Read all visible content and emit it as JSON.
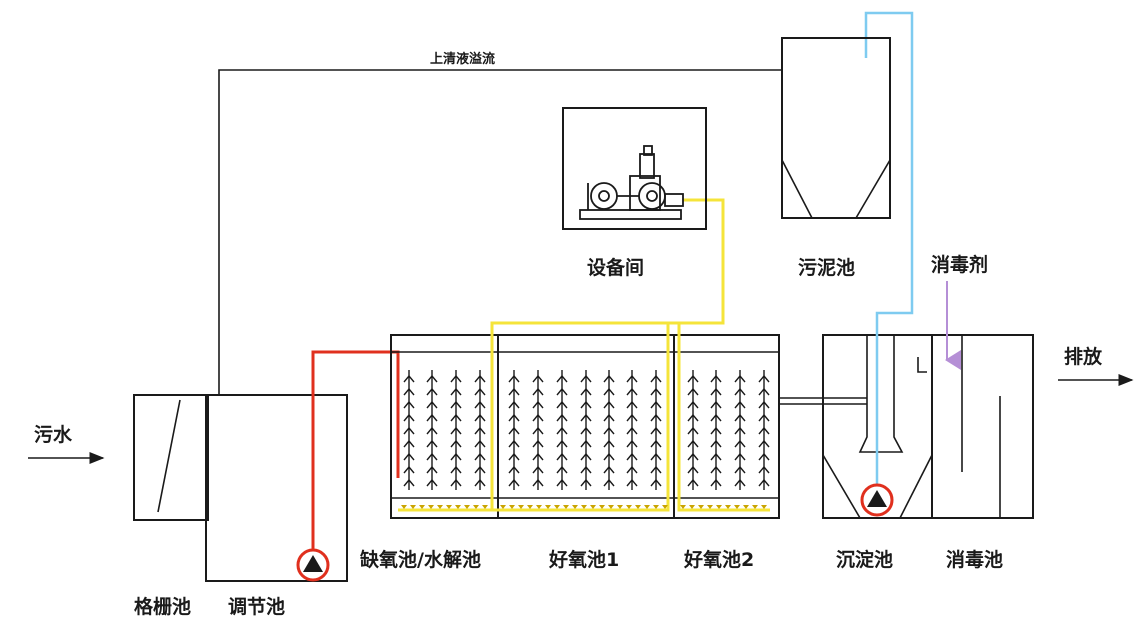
{
  "labels": {
    "sewage_in": "污水",
    "discharge": "排放",
    "grille_tank": "格栅池",
    "regulating_tank": "调节池",
    "anoxic_tank": "缺氧池/水解池",
    "aerobic_tank_1": "好氧池1",
    "aerobic_tank_2": "好氧池2",
    "settling_tank": "沉淀池",
    "disinfection_tank": "消毒池",
    "equipment_room": "设备间",
    "sludge_tank": "污泥池",
    "disinfectant": "消毒剂",
    "supernatant_overflow": "上清液溢流"
  },
  "colors": {
    "air_line": "#f5e43a",
    "pump_line": "#e0301e",
    "sludge_line": "#7ecbf0",
    "disinfectant_line": "#b58fd6",
    "pump_ring": "#e0301e",
    "pump_triangle": "#1a1a1a"
  },
  "icons": [
    "pump-icon",
    "blower-icon",
    "arrow-right-icon",
    "arrow-down-icon"
  ]
}
